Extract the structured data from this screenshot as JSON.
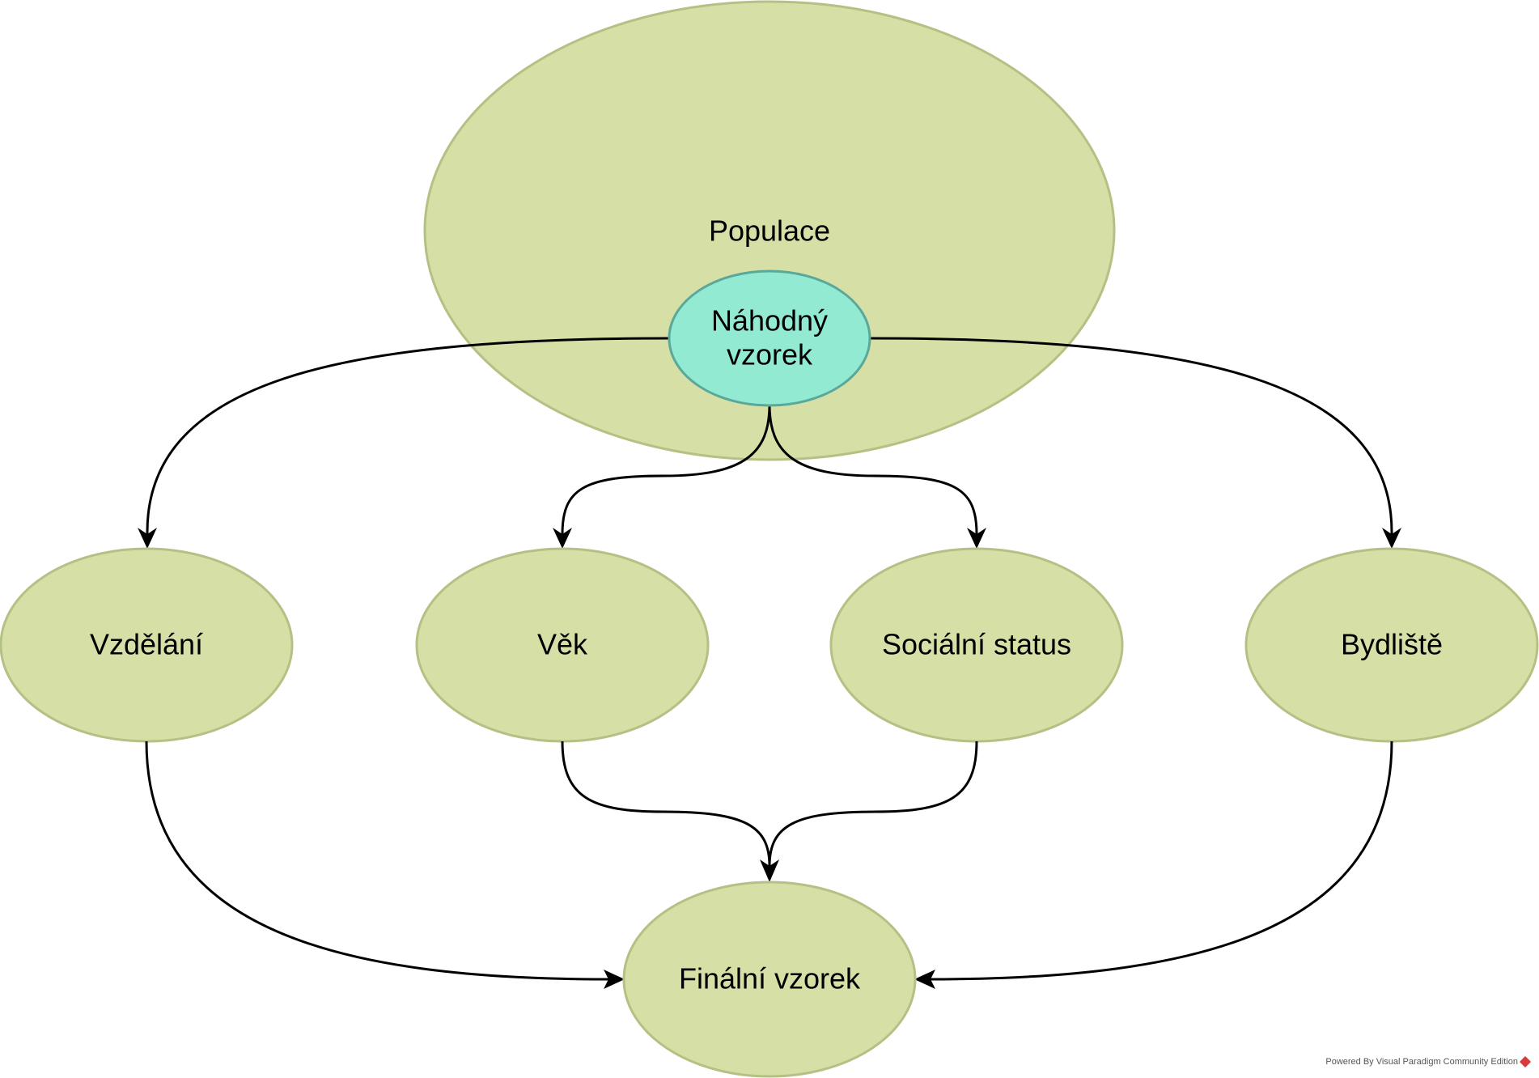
{
  "colors": {
    "node_fill": "#d6e0a6",
    "node_stroke": "#b3c184",
    "sample_fill": "#93ead2",
    "sample_stroke": "#5aa89a",
    "edge": "#000000"
  },
  "nodes": {
    "population": {
      "label": "Populace"
    },
    "random_sample": {
      "label_line1": "Náhodný",
      "label_line2": "vzorek"
    },
    "education": {
      "label": "Vzdělání"
    },
    "age": {
      "label": "Věk"
    },
    "social_status": {
      "label": "Sociální status"
    },
    "residence": {
      "label": "Bydliště"
    },
    "final_sample": {
      "label": "Finální vzorek"
    }
  },
  "edges": [
    {
      "from": "random_sample",
      "to": "education"
    },
    {
      "from": "random_sample",
      "to": "age"
    },
    {
      "from": "random_sample",
      "to": "social_status"
    },
    {
      "from": "random_sample",
      "to": "residence"
    },
    {
      "from": "education",
      "to": "final_sample"
    },
    {
      "from": "age",
      "to": "final_sample"
    },
    {
      "from": "social_status",
      "to": "final_sample"
    },
    {
      "from": "residence",
      "to": "final_sample"
    }
  ],
  "watermark": {
    "text": "Powered By Visual Paradigm Community Edition"
  }
}
